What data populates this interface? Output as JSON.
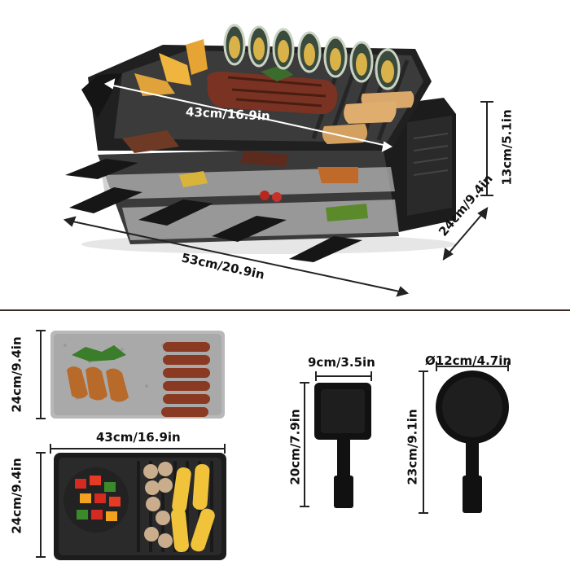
{
  "main_grill": {
    "plate_width": "43cm/16.9in",
    "total_length": "53cm/20.9in",
    "height": "13cm/5.1in",
    "depth": "24cm/9.4in"
  },
  "stone_plate": {
    "height": "24cm/9.4in",
    "width": "43cm/16.9in"
  },
  "grill_plate": {
    "height": "24cm/9.4in"
  },
  "square_pan": {
    "width": "9cm/3.5in",
    "length": "20cm/7.9in"
  },
  "round_pan": {
    "diameter": "Ø12cm/4.7in",
    "length": "23cm/9.1in"
  }
}
